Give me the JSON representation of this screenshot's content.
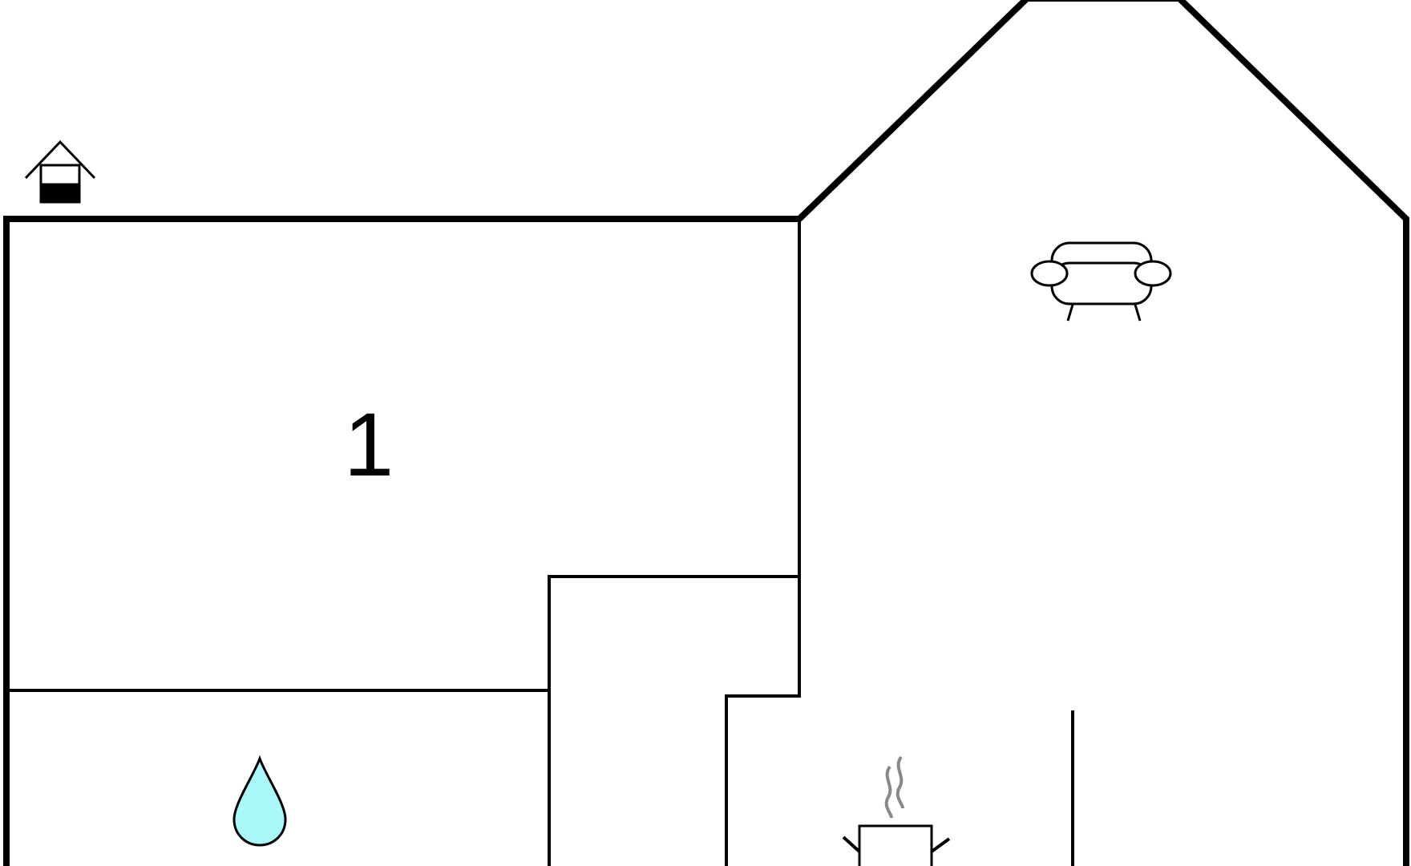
{
  "floorplan": {
    "rooms": [
      {
        "id": "room-1",
        "label": "1"
      },
      {
        "id": "bathroom",
        "label": ""
      },
      {
        "id": "hallway",
        "label": ""
      },
      {
        "id": "living-room",
        "label": ""
      },
      {
        "id": "kitchen",
        "label": ""
      }
    ],
    "icons": {
      "level": "house-level-icon",
      "sofa": "sofa-icon",
      "water": "water-drop-icon",
      "cooking": "cooking-pot-icon"
    },
    "colors": {
      "walls": "#000000",
      "water": "#aaf8f8",
      "steam": "#888888",
      "background": "#ffffff"
    }
  }
}
